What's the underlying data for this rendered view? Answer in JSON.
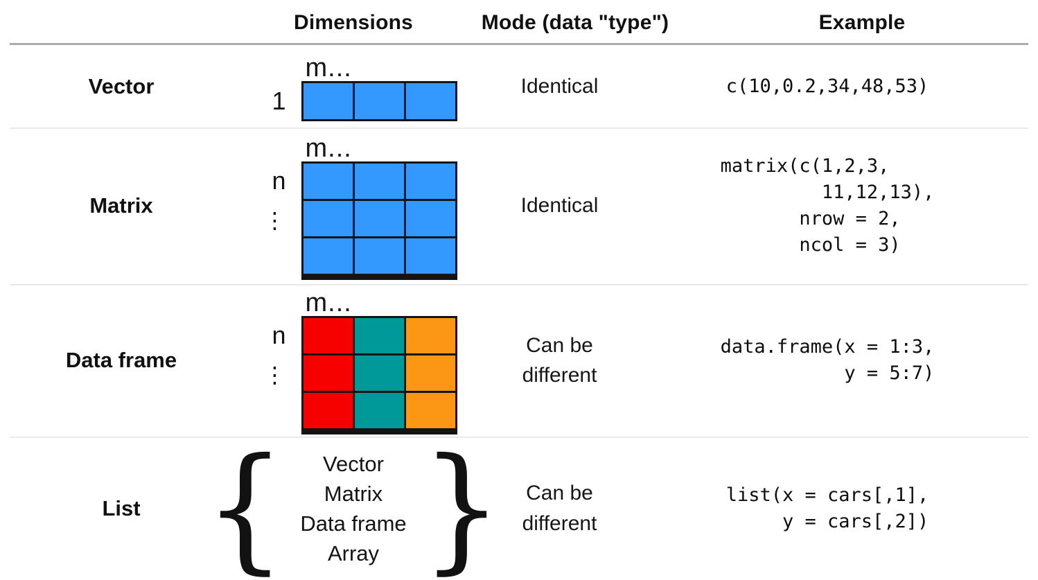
{
  "header": {
    "dimensions": "Dimensions",
    "mode": "Mode (data \"type\")",
    "example": "Example"
  },
  "rows": [
    {
      "label": "Vector",
      "dim_top": "m...",
      "dim_left": "1",
      "mode": "Identical",
      "example": "c(10,0.2,34,48,53)"
    },
    {
      "label": "Matrix",
      "dim_top": "m...",
      "dim_left": "n",
      "dim_dots": "⋮",
      "mode": "Identical",
      "example": "matrix(c(1,2,3,\n         11,12,13),\n       nrow = 2,\n       ncol = 3)"
    },
    {
      "label": "Data frame",
      "dim_top": "m...",
      "dim_left": "n",
      "dim_dots": "⋮",
      "mode": "Can be\ndifferent",
      "example": "data.frame(x = 1:3,\n           y = 5:7)"
    },
    {
      "label": "List",
      "brace_open": "{",
      "brace_close": "}",
      "list_items": [
        "Vector",
        "Matrix",
        "Data frame",
        "Array"
      ],
      "mode": "Can be\ndifferent",
      "example": "list(x = cars[,1],\n     y = cars[,2])"
    }
  ],
  "colors": {
    "cell_blue": "#3399FE",
    "cell_red": "#F60000",
    "cell_teal": "#009999",
    "cell_orange": "#FB9714",
    "grid_line": "#141414",
    "header_rule": "#ABABAB",
    "row_rule": "#E9E9E9"
  }
}
